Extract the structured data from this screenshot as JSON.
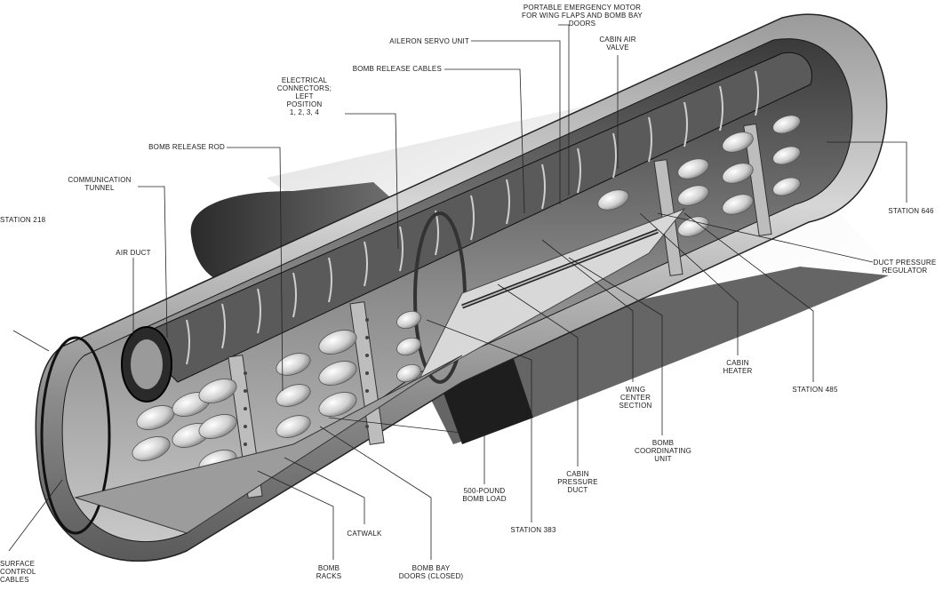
{
  "labels": {
    "portable_emergency_motor": "PORTABLE EMERGENCY MOTOR\nFOR WING FLAPS AND BOMB BAY DOORS",
    "aileron_servo_unit": "AILERON SERVO UNIT",
    "cabin_air_valve": "CABIN AIR\nVALVE",
    "bomb_release_cables": "BOMB RELEASE CABLES",
    "electrical_connectors": "ELECTRICAL\nCONNECTORS;\nLEFT\nPOSITION\n1, 2, 3, 4",
    "bomb_release_rod": "BOMB RELEASE ROD",
    "communication_tunnel": "COMMUNICATION\nTUNNEL",
    "station_218": "STATION 218",
    "air_duct": "AIR DUCT",
    "station_646": "STATION 646",
    "duct_pressure_regulator": "DUCT PRESSURE\nREGULATOR",
    "cabin_heater": "CABIN\nHEATER",
    "station_485": "STATION 485",
    "wing_center_section": "WING\nCENTER\nSECTION",
    "bomb_coordinating_unit": "BOMB\nCOORDINATING\nUNIT",
    "cabin_pressure_duct": "CABIN\nPRESSURE\nDUCT",
    "bomb_load_500": "500-POUND\nBOMB LOAD",
    "station_383": "STATION 383",
    "catwalk": "CATWALK",
    "bomb_racks": "BOMB\nRACKS",
    "bomb_bay_doors": "BOMB BAY\nDOORS (CLOSED)",
    "surface_control_cables": "SURFACE\nCONTROL\nCABLES"
  }
}
